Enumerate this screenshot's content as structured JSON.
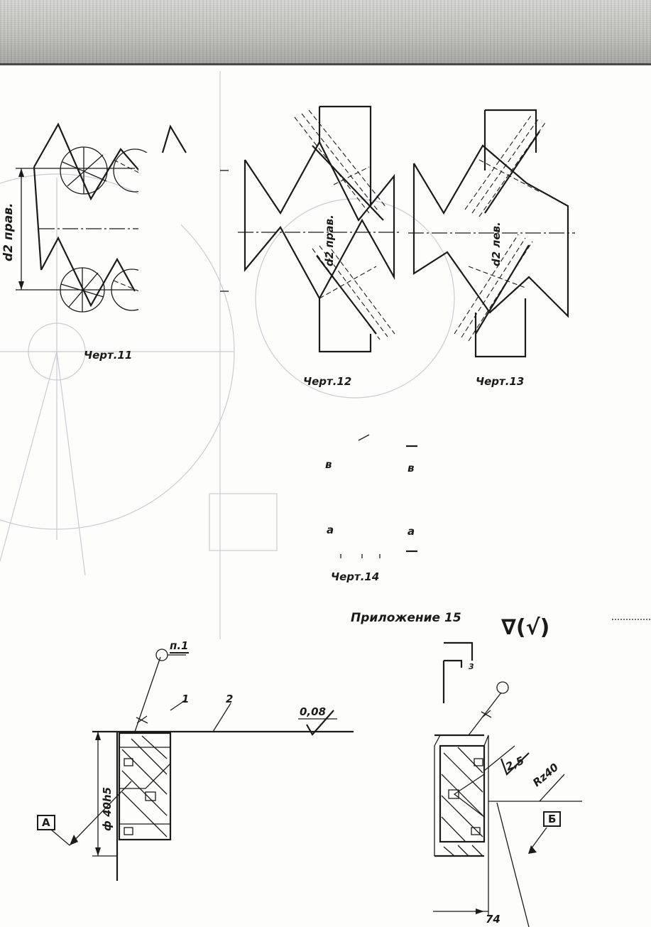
{
  "figures": {
    "fig11": {
      "caption": "Черт.11",
      "dim_label": "d2 прав."
    },
    "fig12": {
      "caption": "Черт.12",
      "dim_label": "d2 прав."
    },
    "fig13": {
      "caption": "Черт.13",
      "dim_label": "d2 лев."
    },
    "fig14": {
      "caption": "Черт.14",
      "mark_b_left": "в",
      "mark_b_right": "в",
      "mark_a_left": "а",
      "mark_a_right": "а"
    }
  },
  "appendix": {
    "heading": "Приложение 15",
    "roughness_symbol": "∇(√)"
  },
  "part_drawing": {
    "note_ref": "п.1",
    "leader_1": "1",
    "leader_2": "2",
    "tolerance": "0,08",
    "diameter": "ф 40h5",
    "datum_a": "А",
    "datum_b": "Б",
    "roughness_right": "2,5",
    "rz_value": "Rz40",
    "dim_74": "74",
    "small_mark": "3"
  }
}
